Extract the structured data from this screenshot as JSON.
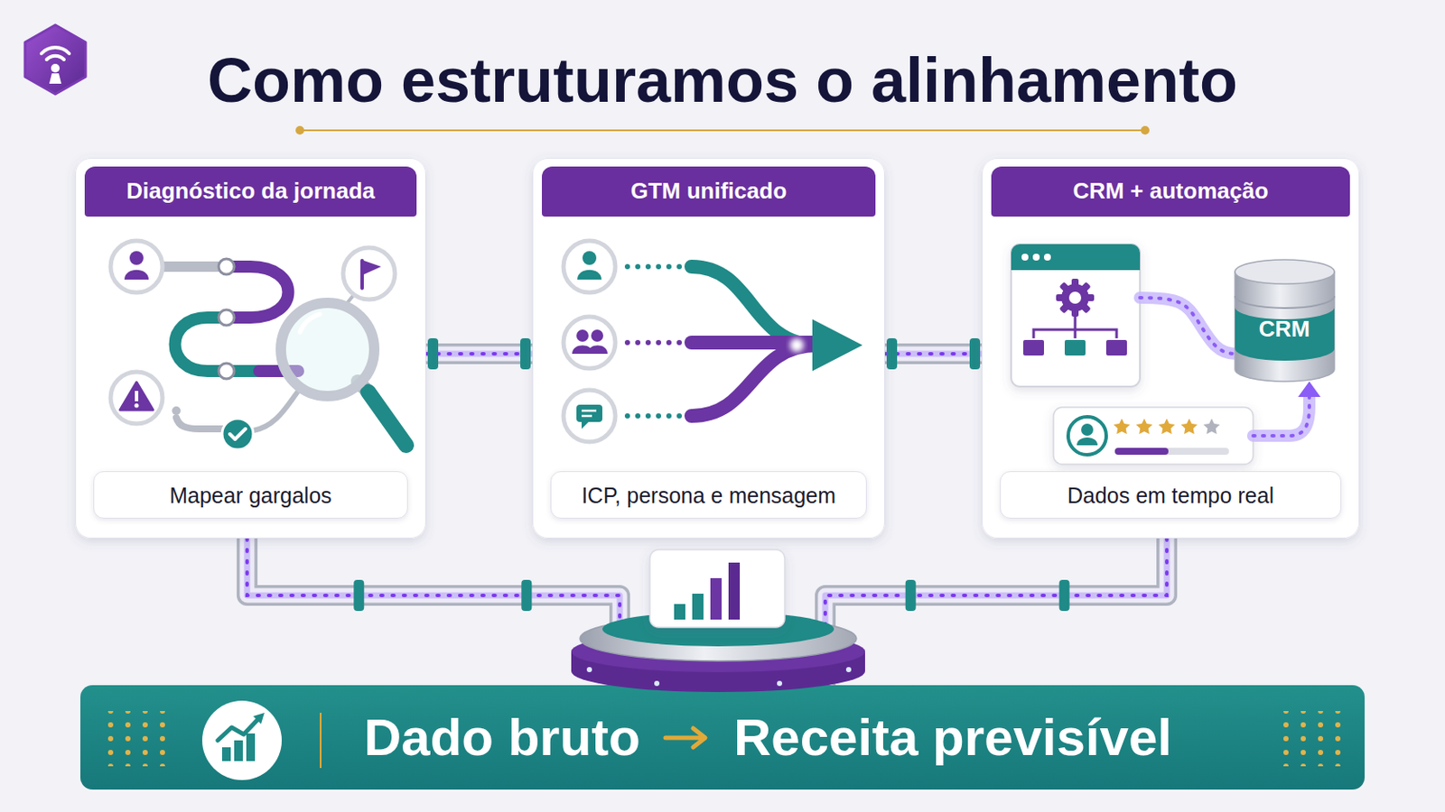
{
  "diagram": {
    "title": "Como estruturamos o alinhamento",
    "nodes": [
      {
        "text": [
          "Diagnóstico da jornada"
        ]
      },
      {
        "text": [
          "Mapear gargalos"
        ],
        "in": 0
      },
      {
        "text": [
          "GTM unificado"
        ]
      },
      {
        "text": [
          "ICP, persona e mensagem"
        ],
        "in": 2
      },
      {
        "text": [
          "CRM + automação"
        ]
      },
      {
        "text": [
          "Dados em tempo real"
        ],
        "in": 4
      },
      {
        "text": [
          "Dado bruto",
          "Receita previsível"
        ]
      }
    ],
    "edges": [
      {
        "from": 0,
        "to": 2,
        "arrow": "none"
      },
      {
        "from": 2,
        "to": 4,
        "arrow": "none"
      },
      {
        "from": 0,
        "to": 6,
        "arrow": "none"
      },
      {
        "from": 4,
        "to": 6,
        "arrow": "none"
      }
    ],
    "labels": [
      "CRM"
    ]
  }
}
